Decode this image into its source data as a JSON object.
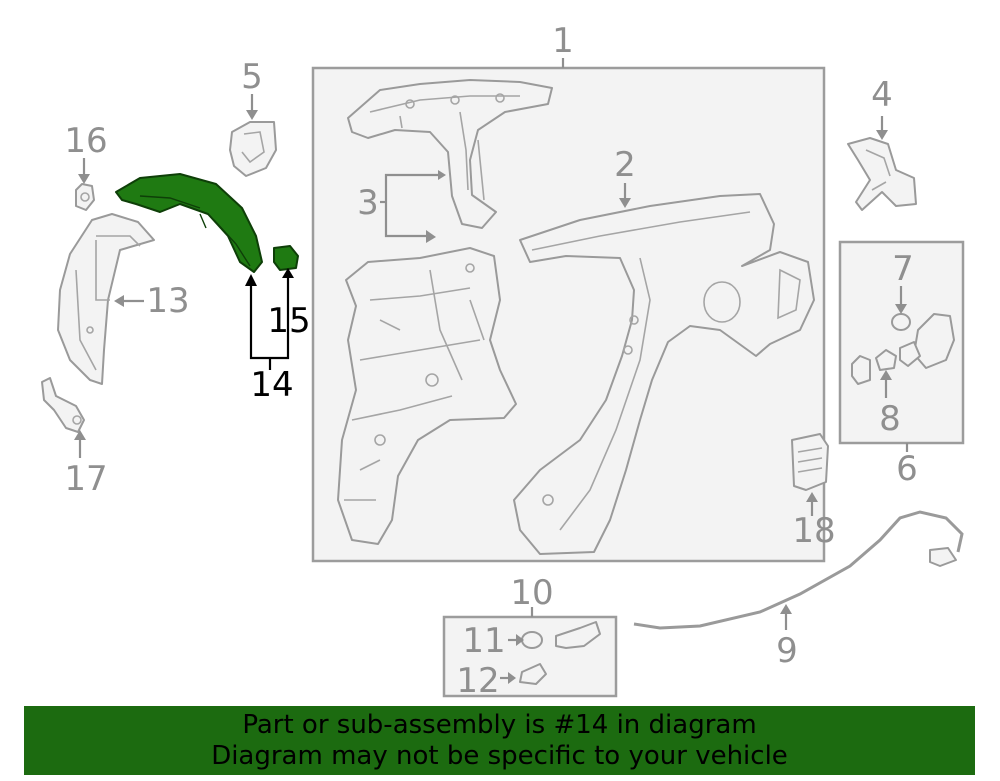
{
  "diagram": {
    "callouts": {
      "c1": "1",
      "c2": "2",
      "c3": "3",
      "c4": "4",
      "c5": "5",
      "c6": "6",
      "c7": "7",
      "c8": "8",
      "c9": "9",
      "c10": "10",
      "c11": "11",
      "c12": "12",
      "c13": "13",
      "c14": "14",
      "c15": "15",
      "c16": "16",
      "c17": "17",
      "c18": "18"
    },
    "highlighted_part": "14",
    "colors": {
      "highlight": "#1f7a12",
      "banner": "#1c6b10",
      "line": "#9a9a9a"
    }
  },
  "banner": {
    "line1": "Part or sub-assembly is #14 in diagram",
    "line2": "Diagram may not be specific to your vehicle"
  }
}
